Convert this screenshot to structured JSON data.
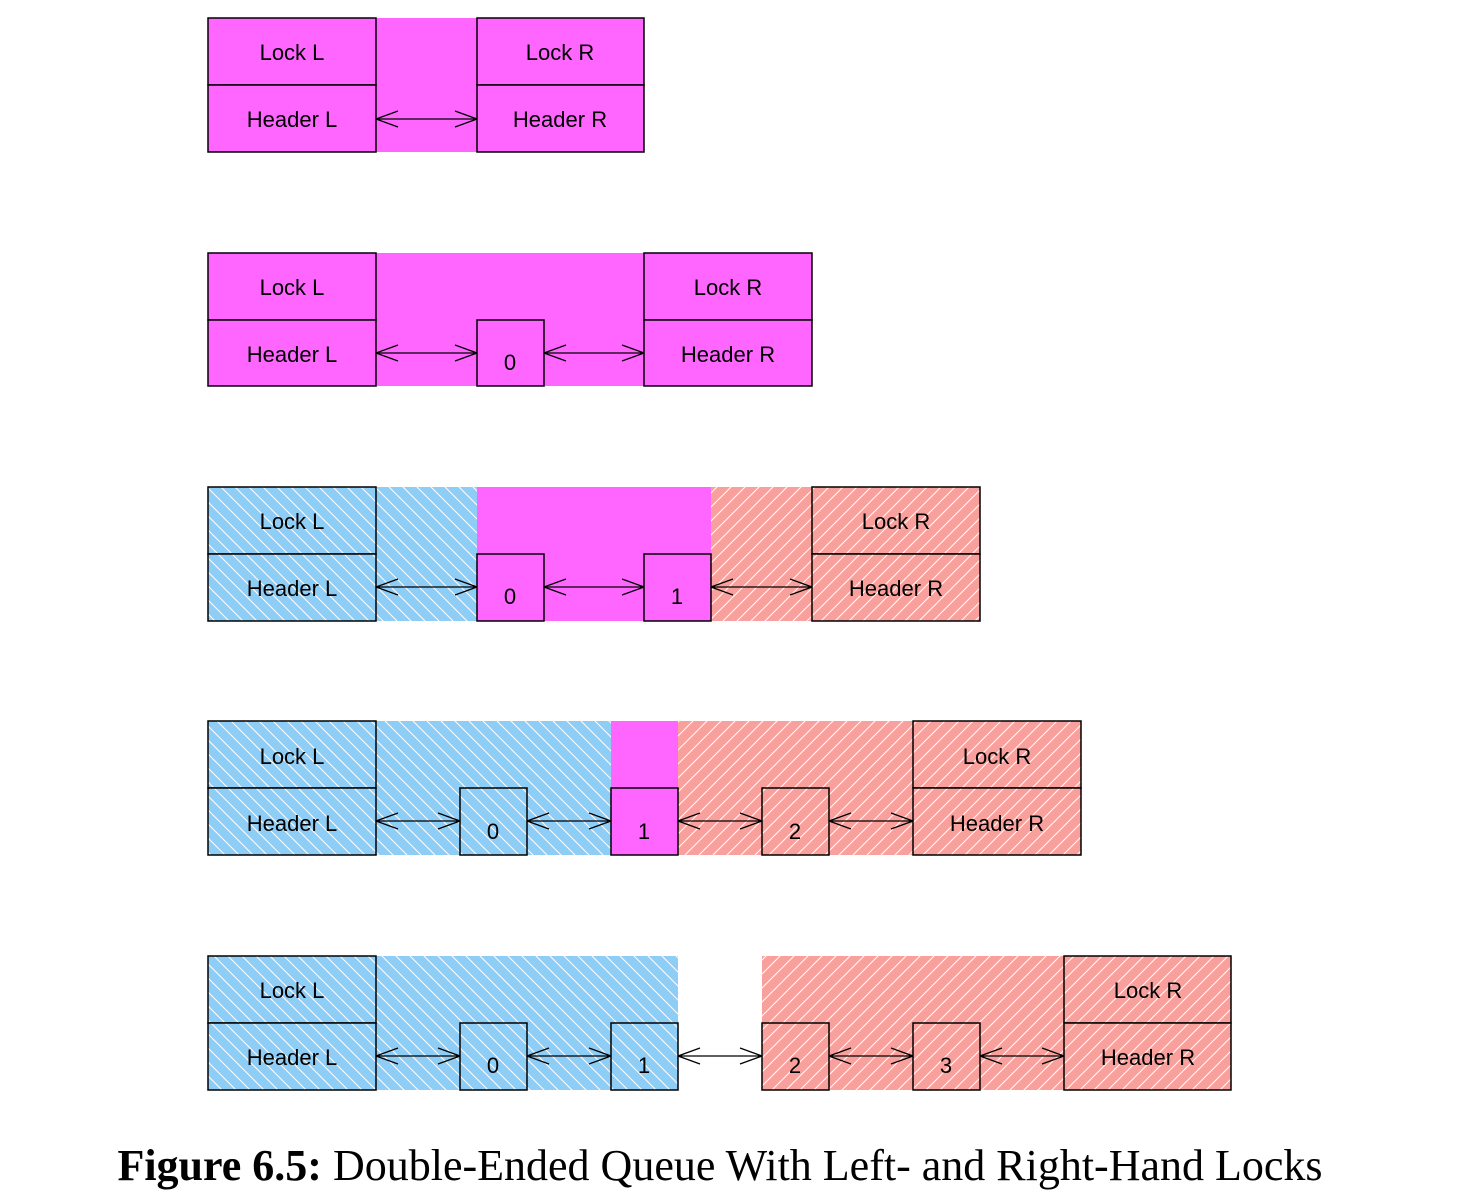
{
  "colors": {
    "shared": "#ff66ff",
    "left_lock": "#8ecdf6",
    "right_lock": "#f9a09c",
    "outline": "#000000",
    "hatch": "#ffffff"
  },
  "labels": {
    "lock_left": "Lock L",
    "lock_right": "Lock R",
    "header_left": "Header L",
    "header_right": "Header R"
  },
  "states": [
    {
      "elements": []
    },
    {
      "elements": [
        "0"
      ]
    },
    {
      "elements": [
        "0",
        "1"
      ]
    },
    {
      "elements": [
        "0",
        "1",
        "2"
      ]
    },
    {
      "elements": [
        "0",
        "1",
        "2",
        "3"
      ]
    }
  ],
  "caption": {
    "number": "Figure 6.5:",
    "text": "Double-Ended Queue With Left- and Right-Hand Locks"
  }
}
